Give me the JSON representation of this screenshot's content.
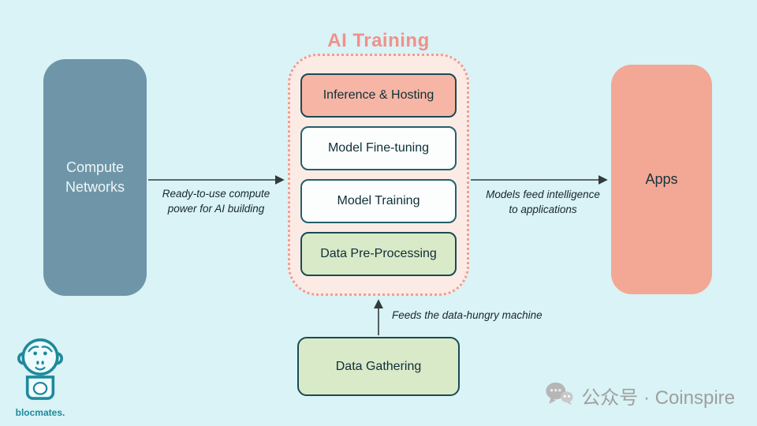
{
  "title": "AI Training",
  "left_box": {
    "label": "Compute Networks"
  },
  "pipeline": {
    "stages": [
      {
        "label": "Inference & Hosting",
        "variant": "salmon"
      },
      {
        "label": "Model Fine-tuning",
        "variant": "white"
      },
      {
        "label": "Model Training",
        "variant": "white"
      },
      {
        "label": "Data Pre-Processing",
        "variant": "green"
      }
    ]
  },
  "right_box": {
    "label": "Apps"
  },
  "bottom_box": {
    "label": "Data Gathering"
  },
  "edges": {
    "compute_to_training": "Ready-to-use compute power for AI building",
    "training_to_apps": "Models feed intelligence to applications",
    "gathering_to_training": "Feeds the data-hungry machine"
  },
  "branding": {
    "logo_text": "blocmates.",
    "watermark": "公众号 · Coinspire"
  },
  "colors": {
    "background": "#d9f3f6",
    "title_pink": "#f0918a",
    "compute_slate": "#6f96a8",
    "apps_salmon": "#f3a795",
    "stage_salmon": "#f6b5a5",
    "stage_green": "#d9eac9",
    "dotted_border": "#ee9e96",
    "container_fill": "#fcebe5",
    "logo_teal": "#1d8a9c"
  }
}
